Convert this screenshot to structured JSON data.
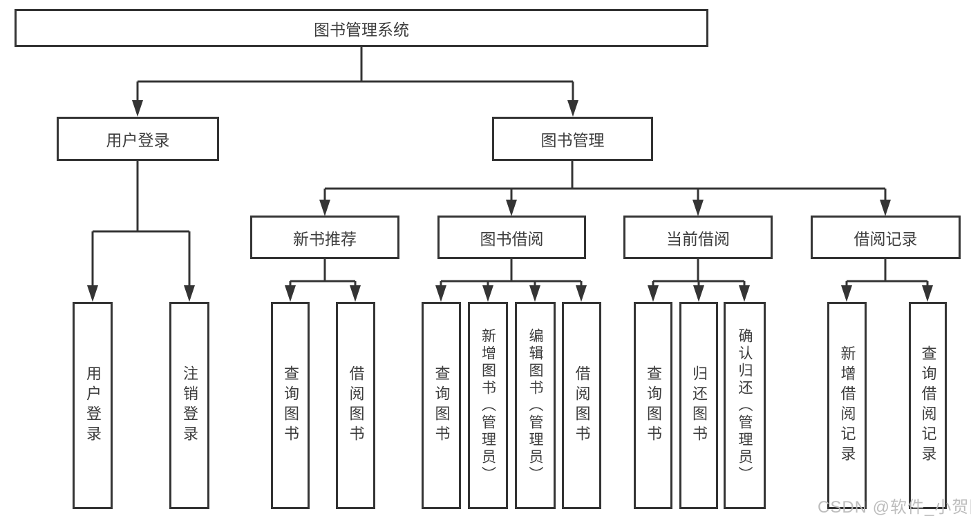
{
  "diagram": {
    "title": "图书管理系统",
    "nodes": {
      "root": {
        "label": "图书管理系统"
      },
      "user_login": {
        "label": "用户登录"
      },
      "book_mgmt": {
        "label": "图书管理"
      },
      "new_book_rec": {
        "label": "新书推荐"
      },
      "book_borrow": {
        "label": "图书借阅"
      },
      "current_borrow": {
        "label": "当前借阅"
      },
      "borrow_records": {
        "label": "借阅记录"
      },
      "login_leaf": {
        "label": "用户登录"
      },
      "logout_leaf": {
        "label": "注销登录"
      },
      "rec_query_books": {
        "label": "查询图书"
      },
      "rec_borrow_books": {
        "label": "借阅图书"
      },
      "bb_query_books": {
        "label": "查询图书"
      },
      "bb_add_books": {
        "label": "新增图书（管理员）"
      },
      "bb_edit_books": {
        "label": "编辑图书（管理员）"
      },
      "bb_borrow_books": {
        "label": "借阅图书"
      },
      "cb_query_books": {
        "label": "查询图书"
      },
      "cb_return_books": {
        "label": "归还图书"
      },
      "cb_confirm_return": {
        "label": "确认归还（管理员）"
      },
      "br_add_record": {
        "label": "新增借阅记录"
      },
      "br_query_record": {
        "label": "查询借阅记录"
      }
    },
    "colors": {
      "line": "#343434",
      "text": "#3d3d3d",
      "background": "#ffffff",
      "watermark": "#b9b9b9"
    }
  },
  "watermark": {
    "text": "CSDN @软件_小贺同学"
  }
}
